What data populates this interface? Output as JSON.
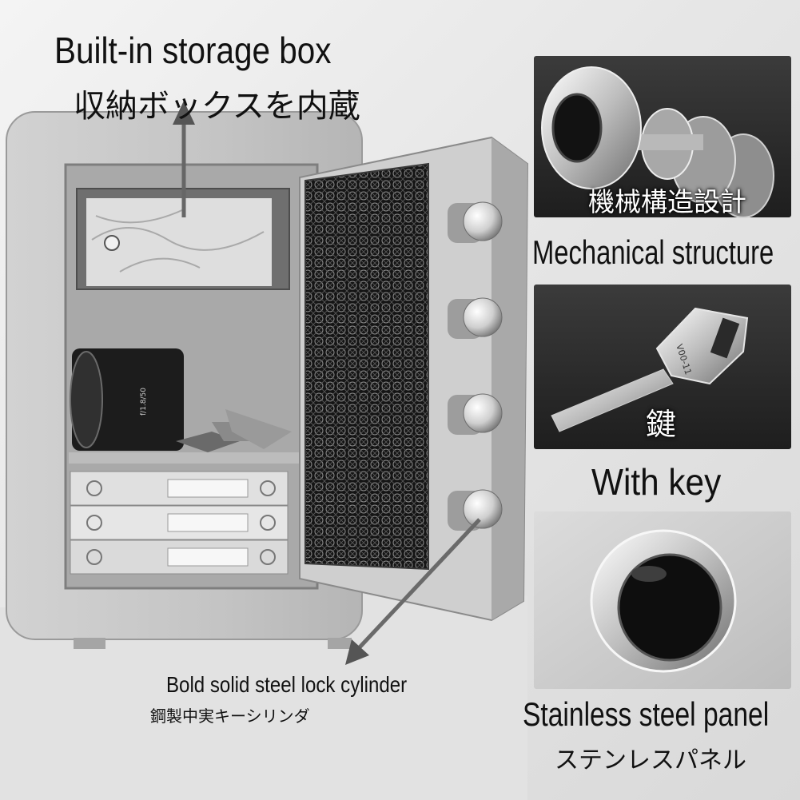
{
  "captions": {
    "storage_en": "Built-in storage box",
    "storage_jp": "収納ボックスを内蔵",
    "lock_en": "Bold solid steel lock cylinder",
    "lock_jp": "鋼製中実キーシリンダ"
  },
  "panels": {
    "mechanical": {
      "label_jp": "機械構造設計",
      "caption_en": "Mechanical structure"
    },
    "key": {
      "label_jp": "鍵",
      "caption_en": "With key",
      "key_engraving": "V00-11"
    },
    "panel": {
      "caption_en": "Stainless steel panel",
      "caption_jp": "ステンレスパネル"
    }
  },
  "lens_text": "f/1.8/50",
  "colors": {
    "safe_body": "#c9c9c9",
    "door_pattern": "#1a1a1a",
    "panel_bg": "#2b2b2b",
    "caption": "#111111"
  }
}
